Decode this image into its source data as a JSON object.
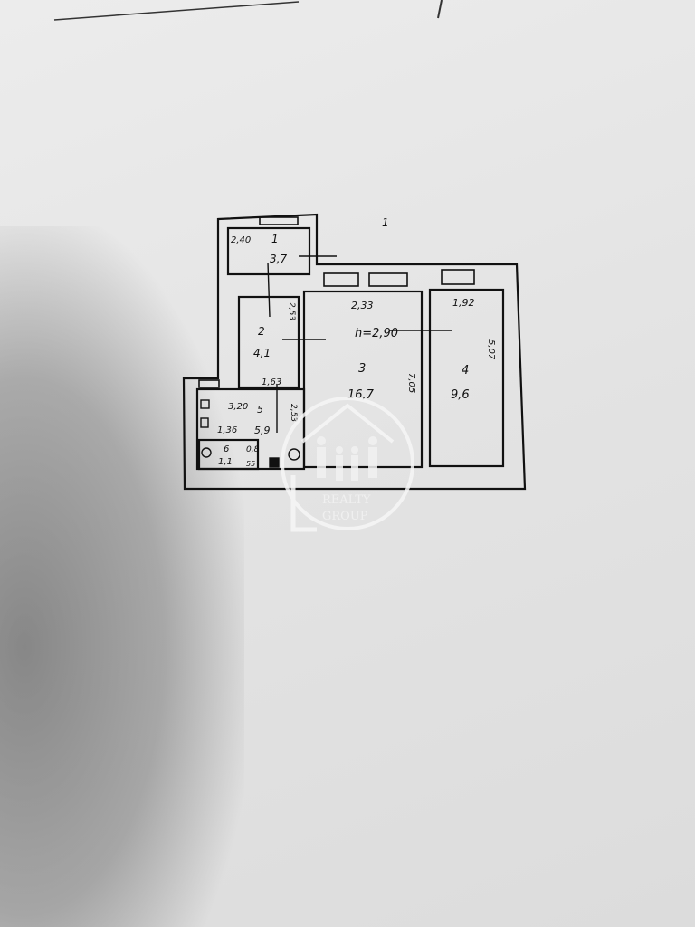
{
  "plan": {
    "height_label": "h=2,90",
    "corner_mark": "1",
    "rooms": [
      {
        "number": "1",
        "area": "3,7",
        "dims": [
          "2,40"
        ]
      },
      {
        "number": "2",
        "area": "4,1",
        "dims": [
          "2,53",
          "1,63"
        ]
      },
      {
        "number": "3",
        "area": "16,7",
        "dims": [
          "2,33",
          "7,05"
        ]
      },
      {
        "number": "4",
        "area": "9,6",
        "dims": [
          "1,92",
          "5,07"
        ]
      },
      {
        "number": "5",
        "area": "5,9",
        "dims": [
          "3,20",
          "1,36",
          "2,53"
        ]
      },
      {
        "number": "6",
        "area": "1,1",
        "dims": [
          "0,8",
          "55"
        ]
      }
    ]
  },
  "watermark": {
    "line1": "REALTY",
    "line2": "GROUP"
  }
}
